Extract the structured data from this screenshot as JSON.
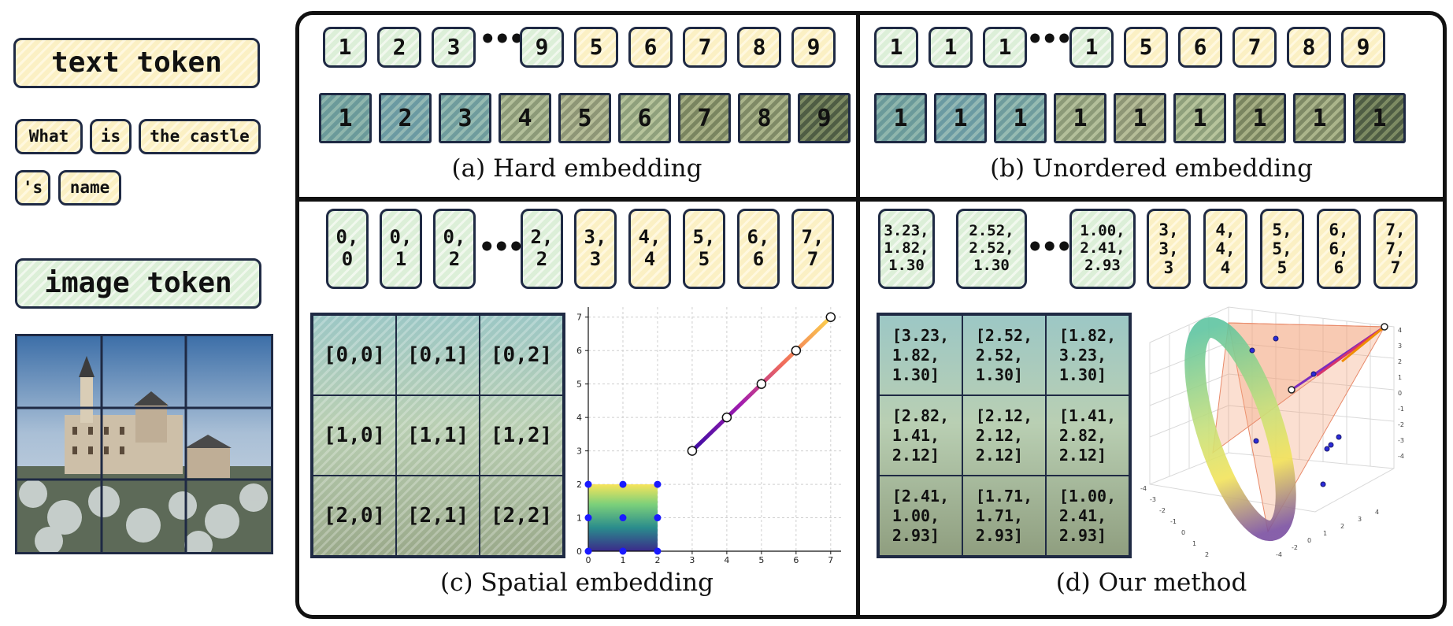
{
  "legend": {
    "text_token_label": "text token",
    "image_token_label": "image token",
    "text_words": [
      "What",
      "is",
      "the castle",
      "'s",
      "name"
    ]
  },
  "panels": {
    "a": {
      "caption": "(a) Hard embedding",
      "token_ids": [
        "1",
        "2",
        "3",
        "9",
        "5",
        "6",
        "7",
        "8",
        "9"
      ],
      "patch_ids": [
        "1",
        "2",
        "3",
        "4",
        "5",
        "6",
        "7",
        "8",
        "9"
      ]
    },
    "b": {
      "caption": "(b) Unordered embedding",
      "token_ids": [
        "1",
        "1",
        "1",
        "1",
        "5",
        "6",
        "7",
        "8",
        "9"
      ],
      "patch_ids": [
        "1",
        "1",
        "1",
        "1",
        "1",
        "1",
        "1",
        "1",
        "1"
      ]
    },
    "c": {
      "caption": "(c) Spatial embedding",
      "token_ids": [
        "0,\n0",
        "0,\n1",
        "0,\n2",
        "2,\n2",
        "3,\n3",
        "4,\n4",
        "5,\n5",
        "6,\n6",
        "7,\n7"
      ],
      "grid": [
        "[0,0]",
        "[0,1]",
        "[0,2]",
        "[1,0]",
        "[1,1]",
        "[1,2]",
        "[2,0]",
        "[2,1]",
        "[2,2]"
      ]
    },
    "d": {
      "caption": "(d) Our method",
      "token_ids": [
        "3.23,\n1.82,\n1.30",
        "2.52,\n2.52,\n1.30",
        "1.00,\n2.41,\n2.93",
        "3,\n3,\n3",
        "4,\n4,\n4",
        "5,\n5,\n5",
        "6,\n6,\n6",
        "7,\n7,\n7"
      ],
      "grid": [
        "[3.23,\n1.82,\n1.30]",
        "[2.52,\n2.52,\n1.30]",
        "[1.82,\n3.23,\n1.30]",
        "[2.82,\n1.41,\n2.12]",
        "[2.12,\n2.12,\n2.12]",
        "[1.41,\n2.82,\n2.12]",
        "[2.41,\n1.00,\n2.93]",
        "[1.71,\n1.71,\n2.93]",
        "[1.00,\n2.41,\n2.93]"
      ]
    }
  },
  "chart_data": {
    "type": "scatter",
    "x_ticks": [
      "0",
      "1",
      "2",
      "3",
      "4",
      "5",
      "6",
      "7"
    ],
    "y_ticks": [
      "0",
      "1",
      "2",
      "3",
      "4",
      "5",
      "6",
      "7"
    ],
    "xlim": [
      0,
      7.3
    ],
    "ylim": [
      0,
      7.3
    ],
    "grid": true,
    "image_points": [
      [
        0,
        0
      ],
      [
        1,
        0
      ],
      [
        2,
        0
      ],
      [
        0,
        1
      ],
      [
        1,
        1
      ],
      [
        2,
        1
      ],
      [
        0,
        2
      ],
      [
        1,
        2
      ],
      [
        2,
        2
      ]
    ],
    "text_points": [
      [
        3,
        3
      ],
      [
        4,
        4
      ],
      [
        5,
        5
      ],
      [
        6,
        6
      ],
      [
        7,
        7
      ]
    ],
    "colors": {
      "image_point": "#1a1aff",
      "line_start": "#3a0ca3",
      "line_end": "#fcd34d"
    }
  },
  "chart3d": {
    "axis_ticks": [
      "-4",
      "-3",
      "-2",
      "-1",
      "0",
      "1",
      "2",
      "3",
      "4"
    ]
  }
}
